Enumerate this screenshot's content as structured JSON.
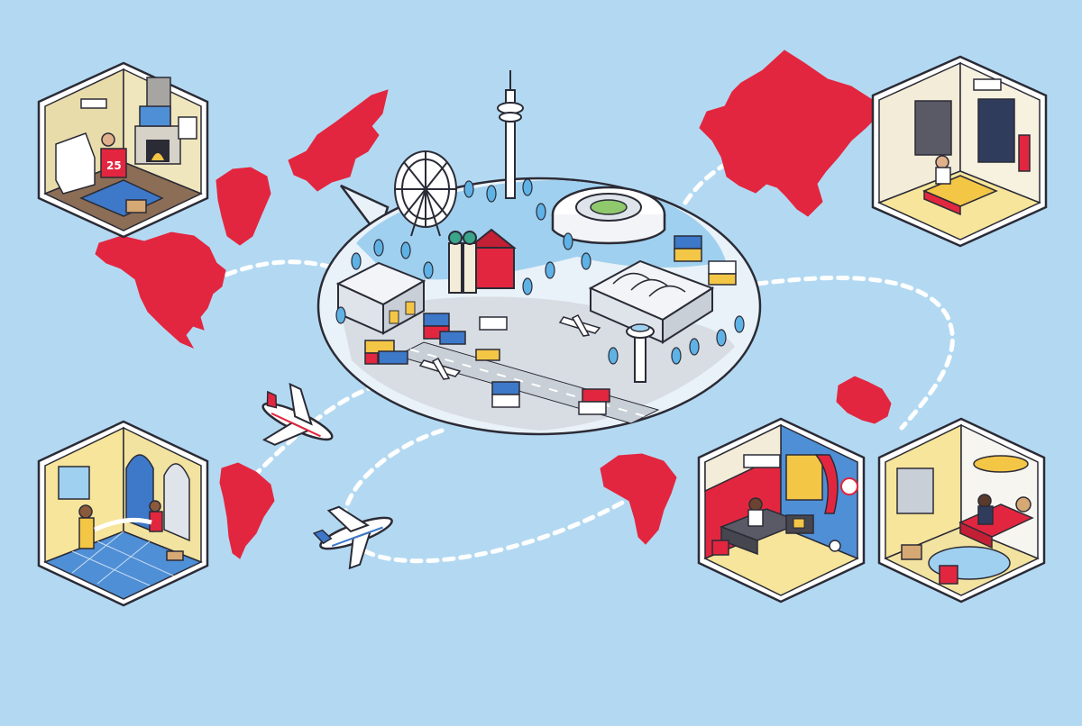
{
  "illustration": {
    "jersey_number": "25"
  },
  "colors": {
    "background": "#b3d9f2",
    "continent_red": "#e3263f",
    "outline": "#2b2b36",
    "bubble_fill": "#e9f2f8",
    "water": "#9fd0ef",
    "ground": "#d7dde3",
    "road": "#c9cfd6",
    "room_floor_yellow": "#f6e59a",
    "room_wall_blue": "#4f8fd6",
    "room_wall_cream": "#f3ecd8",
    "plane_white": "#ffffff",
    "container_blue": "#3d78c9",
    "container_yellow": "#f4c646"
  },
  "icons": {
    "continents": [
      "north-america-icon",
      "greenland-icon",
      "europe-icon",
      "asia-icon",
      "australia-icon",
      "south-america-icon",
      "africa-icon"
    ],
    "rooms": [
      "room-usa",
      "room-japan",
      "room-brazil",
      "room-africa",
      "room-australia"
    ],
    "city": [
      "ferris-wheel-icon",
      "tv-tower-icon",
      "stadium-icon",
      "church-icon",
      "airport-terminal-icon",
      "control-tower-icon",
      "warehouse-icon",
      "plane-icon"
    ]
  }
}
